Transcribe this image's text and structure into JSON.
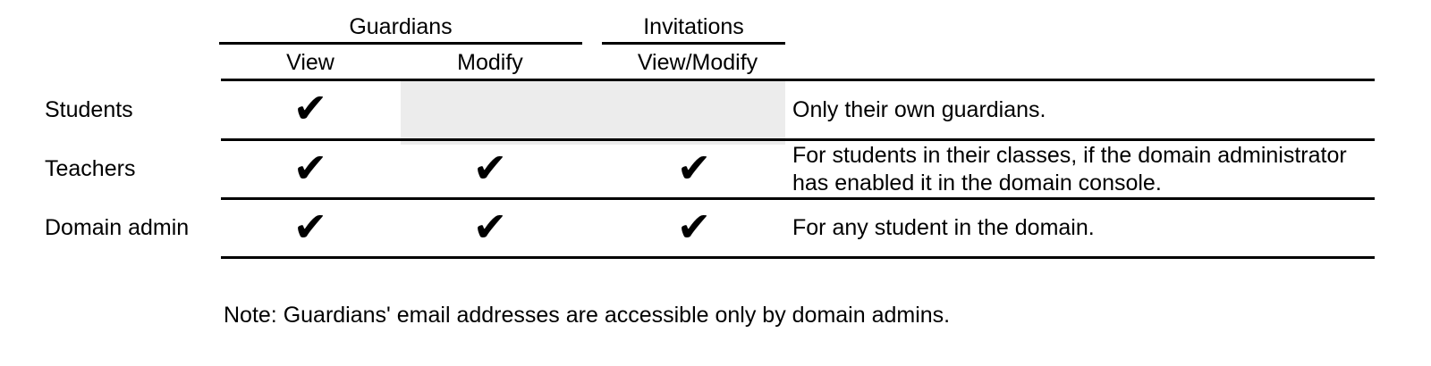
{
  "colors": {
    "background": "#ffffff",
    "text": "#000000",
    "line": "#000000",
    "shaded_cell": "#ececec"
  },
  "glyphs": {
    "check": "✔"
  },
  "table": {
    "column_groups": [
      {
        "label": "Guardians",
        "columns": [
          "View",
          "Modify"
        ]
      },
      {
        "label": "Invitations",
        "columns": [
          "View/Modify"
        ]
      }
    ],
    "subheaders": {
      "view": "View",
      "modify": "Modify",
      "view_modify": "View/Modify"
    },
    "rows": [
      {
        "label": "Students",
        "view": true,
        "modify": false,
        "view_modify": false,
        "shaded_no_access": true,
        "note": "Only their own guardians."
      },
      {
        "label": "Teachers",
        "view": true,
        "modify": true,
        "view_modify": true,
        "shaded_no_access": false,
        "note": "For students in their classes, if the domain administrator has enabled it in the domain console."
      },
      {
        "label": "Domain admin",
        "view": true,
        "modify": true,
        "view_modify": true,
        "shaded_no_access": false,
        "note": "For any student in the domain."
      }
    ]
  },
  "footnote": "Note: Guardians' email addresses are accessible only by domain admins."
}
